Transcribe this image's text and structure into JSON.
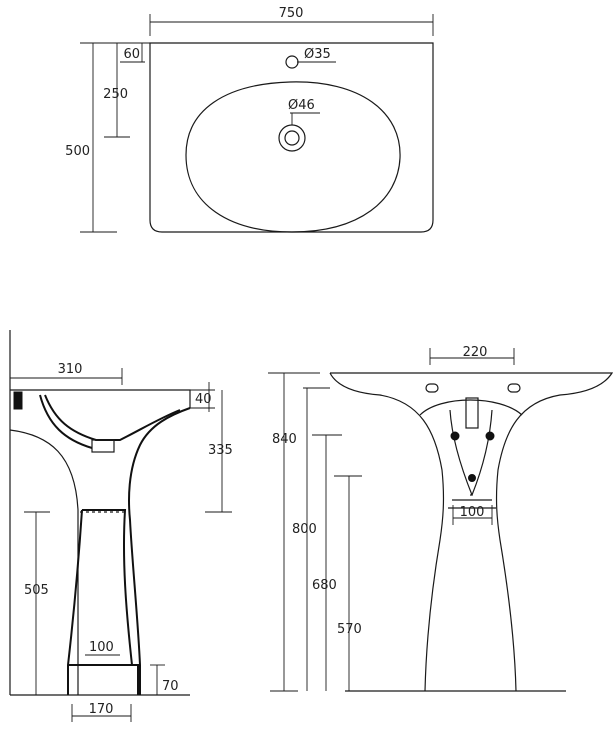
{
  "top_view": {
    "width": "750",
    "depth": "500",
    "tap_offset": "60",
    "bowl_offset": "250",
    "tap_hole": "Ø35",
    "drain_hole": "Ø46"
  },
  "side_view": {
    "projection": "310",
    "rim_height": "40",
    "bowl_depth": "335",
    "mount_height": "505",
    "base_opening": "100",
    "base_height": "70",
    "base_width": "170"
  },
  "front_view": {
    "fixing_distance": "220",
    "total_height": "840",
    "height_800": "800",
    "height_680": "680",
    "height_570": "570",
    "pedestal_opening": "100"
  }
}
